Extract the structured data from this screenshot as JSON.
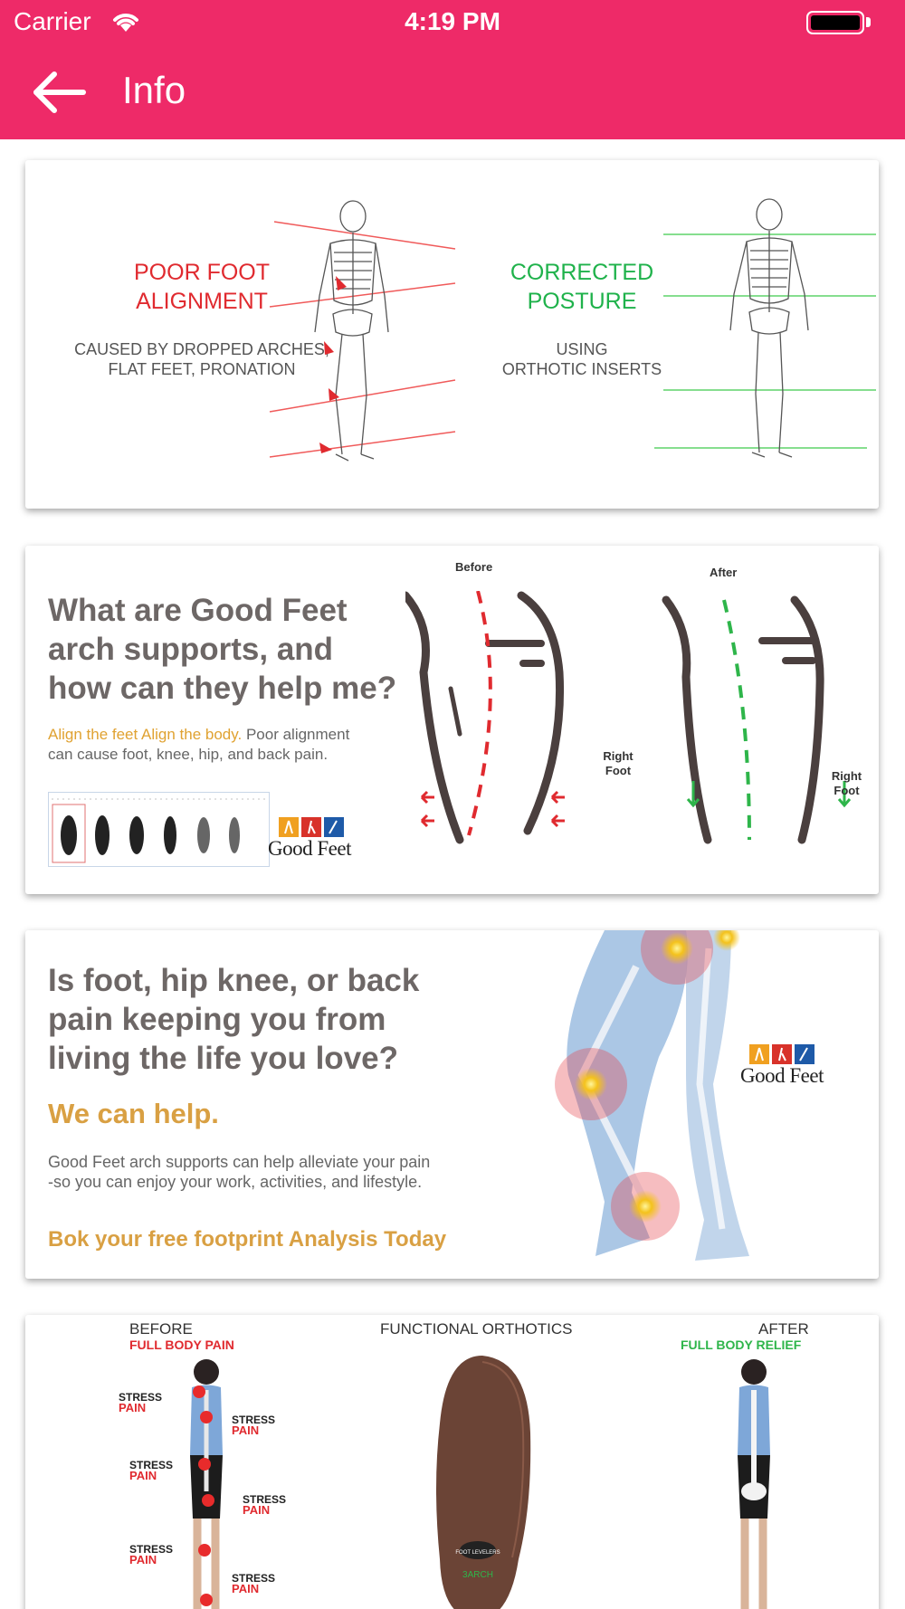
{
  "status_bar": {
    "carrier": "Carrier",
    "time": "4:19 PM"
  },
  "nav": {
    "title": "Info",
    "back_icon": "back-arrow-icon"
  },
  "colors": {
    "header": "#ee2a68",
    "red": "#e02a2f",
    "green": "#1fb24b",
    "orange": "#d9a043",
    "heading_grey": "#6d6766"
  },
  "cards": {
    "posture": {
      "left_title_line1": "POOR FOOT",
      "left_title_line2": "ALIGNMENT",
      "left_sub_line1": "CAUSED BY DROPPED ARCHES,",
      "left_sub_line2": "FLAT FEET, PRONATION",
      "right_title_line1": "CORRECTED",
      "right_title_line2": "POSTURE",
      "right_sub_line1": "USING",
      "right_sub_line2": "ORTHOTIC INSERTS"
    },
    "arch": {
      "heading_line1": "What are Good Feet",
      "heading_line2": "arch supports, and",
      "heading_line3": "how can they help me?",
      "tagline": "Align the feet Align the body.",
      "body_part1": " Poor alignment",
      "body_line2": "can cause foot, knee, hip, and back pain.",
      "label_before": "Before",
      "label_after": "After",
      "right_foot_line1": "Right",
      "right_foot_line2": "Foot",
      "logo": "Good Feet"
    },
    "pain": {
      "heading_line1": "Is foot, hip knee, or back",
      "heading_line2": "pain keeping you from",
      "heading_line3": "living the life you love?",
      "subheading": "We can help.",
      "body_line1": "Good Feet arch supports can help alleviate your pain",
      "body_line2": "-so you can enjoy your work, activities, and lifestyle.",
      "cta": "Bok your free footprint Analysis Today",
      "logo": "Good Feet"
    },
    "orthotics": {
      "before": "BEFORE",
      "before_sub": "FULL BODY PAIN",
      "center_title": "FUNCTIONAL ORTHOTICS",
      "after": "AFTER",
      "after_sub": "FULL BODY RELIEF",
      "stress": "STRESS",
      "pain": "PAIN"
    }
  }
}
